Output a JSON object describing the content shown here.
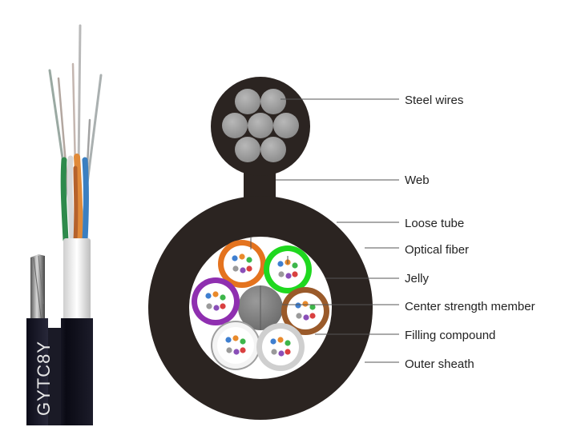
{
  "product": {
    "model": "GYTC8Y"
  },
  "labels": {
    "steel_wires": "Steel wires",
    "web": "Web",
    "loose_tube": "Loose tube",
    "optical_fiber": "Optical fiber",
    "jelly": "Jelly",
    "center_strength_member": "Center strength member",
    "filling_compound": "Filling compound",
    "outer_sheath": "Outer sheath"
  },
  "colors": {
    "sheath": "#2b2421",
    "steel": "#9a9a9a",
    "tube_orange": "#e4731e",
    "tube_green": "#1fd81f",
    "tube_purple": "#8f2fb0",
    "tube_brown": "#9a5a2a",
    "tube_white": "#f4f4f4",
    "tube_grey": "#d4d4d4"
  }
}
